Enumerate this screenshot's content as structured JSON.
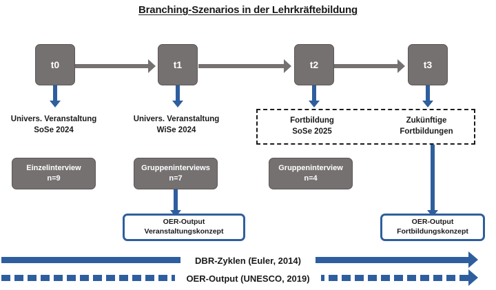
{
  "title": {
    "text": "Branching-Szenarios in der Lehrkräftebildung"
  },
  "timeline": {
    "nodes": [
      {
        "label": "t0"
      },
      {
        "label": "t1"
      },
      {
        "label": "t2"
      },
      {
        "label": "t3"
      }
    ]
  },
  "phases": [
    {
      "line1": "Univers. Veranstaltung",
      "line2": "SoSe 2024"
    },
    {
      "line1": "Univers. Veranstaltung",
      "line2": "WiSe 2024"
    },
    {
      "line1": "Fortbildung",
      "line2": "SoSe 2025"
    },
    {
      "line1": "Zukünftige",
      "line2": "Fortbildungen"
    }
  ],
  "interviews": [
    {
      "type": "Einzelinterview",
      "n": "n=9"
    },
    {
      "type": "Gruppeninterviews",
      "n": "n=7"
    },
    {
      "type": "Gruppeninterview",
      "n": "n=4"
    }
  ],
  "outputs": [
    {
      "line1": "OER-Output",
      "line2": "Veranstaltungskonzept"
    },
    {
      "line1": "OER-Output",
      "line2": "Fortbildungskonzept"
    }
  ],
  "bottom_bars": [
    {
      "label": "DBR-Zyklen (Euler, 2014)",
      "style": "solid"
    },
    {
      "label": "OER-Output (UNESCO, 2019)",
      "style": "dashed"
    }
  ],
  "colors": {
    "node_gray": "#767171",
    "accent_blue": "#2E5E9E",
    "text_dark": "#1a1a1a",
    "background": "#ffffff"
  }
}
